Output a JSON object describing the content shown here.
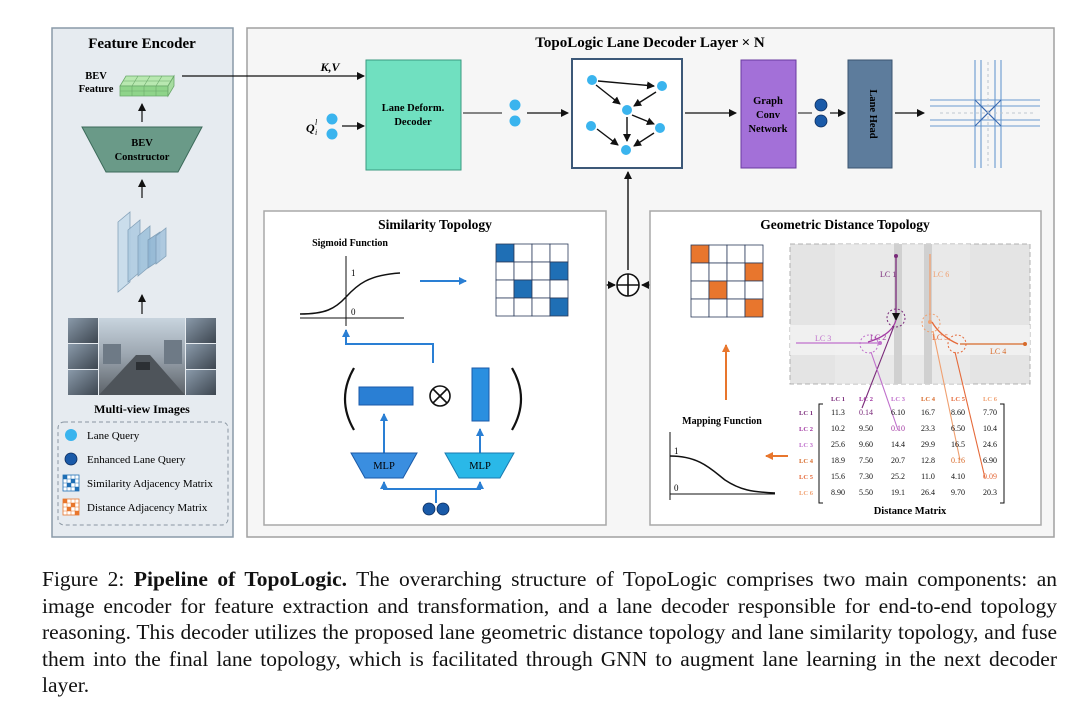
{
  "encoder": {
    "title": "Feature Encoder",
    "bev_feature_line1": "BEV",
    "bev_feature_line2": "Feature",
    "bev_constructor_line1": "BEV",
    "bev_constructor_line2": "Constructor",
    "multiview_label": "Multi-view Images"
  },
  "legend": {
    "lane_query": "Lane Query",
    "enhanced_lane_query": "Enhanced Lane Query",
    "similarity_matrix": "Similarity Adjacency Matrix",
    "distance_matrix": "Distance Adjacency Matrix"
  },
  "decoder": {
    "title": "TopoLogic Lane Decoder Layer × N",
    "kv_label": "K,V",
    "q_label": "Q",
    "q_sup": "l",
    "q_sub": "i",
    "deform_line1": "Lane Deform.",
    "deform_line2": "Decoder",
    "gcn_line1": "Graph",
    "gcn_line2": "Conv",
    "gcn_line3": "Network",
    "lane_head": "Lane Head"
  },
  "similarity": {
    "title": "Similarity Topology",
    "sigmoid_title": "Sigmoid Function",
    "axis_one": "1",
    "axis_zero": "0",
    "mlp_left": "MLP",
    "mlp_right": "MLP",
    "otimes": "⊗",
    "matrix_filled": [
      [
        0,
        0
      ],
      [
        1,
        3
      ],
      [
        2,
        1
      ],
      [
        3,
        3
      ]
    ]
  },
  "geometric": {
    "title": "Geometric Distance Topology",
    "mapping_title": "Mapping Function",
    "axis_one": "1",
    "axis_zero": "0",
    "distance_matrix_label": "Distance Matrix",
    "lane_labels": [
      "LC 1",
      "LC 2",
      "LC 3",
      "LC 4",
      "LC 5",
      "LC 6"
    ],
    "lane_colors": [
      "#7a2a7a",
      "#a23aa2",
      "#c070cc",
      "#d76a2a",
      "#e56a3a",
      "#f0a070"
    ],
    "row_labels": [
      "LC 1",
      "LC 2",
      "LC 3",
      "LC 4",
      "LC 5",
      "LC 6"
    ],
    "col_labels": [
      "LC 1",
      "LC 2",
      "LC 3",
      "LC 4",
      "LC 5",
      "LC 6"
    ],
    "distance_values": [
      [
        "11.3",
        "0.14",
        "6.10",
        "16.7",
        "8.60",
        "7.70"
      ],
      [
        "10.2",
        "9.50",
        "0.10",
        "23.3",
        "6.50",
        "10.4"
      ],
      [
        "25.6",
        "9.60",
        "14.4",
        "29.9",
        "16.5",
        "24.6"
      ],
      [
        "18.9",
        "7.50",
        "20.7",
        "12.8",
        "0.16",
        "6.90"
      ],
      [
        "15.6",
        "7.30",
        "25.2",
        "11.0",
        "4.10",
        "0.09"
      ],
      [
        "8.90",
        "5.50",
        "19.1",
        "26.4",
        "9.70",
        "20.3"
      ]
    ],
    "highlight_cells": [
      [
        0,
        1,
        "#7a2a7a"
      ],
      [
        1,
        2,
        "#a23aa2"
      ],
      [
        3,
        4,
        "#d76a2a"
      ],
      [
        4,
        5,
        "#e56a3a"
      ]
    ],
    "matrix_filled": [
      [
        0,
        0
      ],
      [
        1,
        3
      ],
      [
        2,
        1
      ],
      [
        3,
        3
      ]
    ]
  },
  "caption": {
    "prefix": "Figure 2: ",
    "bold": "Pipeline of TopoLogic.",
    "text": " The overarching structure of TopoLogic comprises two main components: an image encoder for feature extraction and transformation, and a lane decoder responsible for end-to-end topology reasoning. This decoder utilizes the proposed lane geometric distance topology and lane similarity topology, and fuse them into the final lane topology, which is facilitated through GNN to augment lane learning in the next decoder layer."
  },
  "colors": {
    "blue_fill": "#1f6fb5",
    "orange_fill": "#e8762d",
    "query_blue": "#3ab4ee",
    "enhanced_blue": "#1a5aa8",
    "deform_green": "#70e0c0",
    "gcn_purple": "#a370d8",
    "lanehead_slate": "#5d7c9c"
  }
}
